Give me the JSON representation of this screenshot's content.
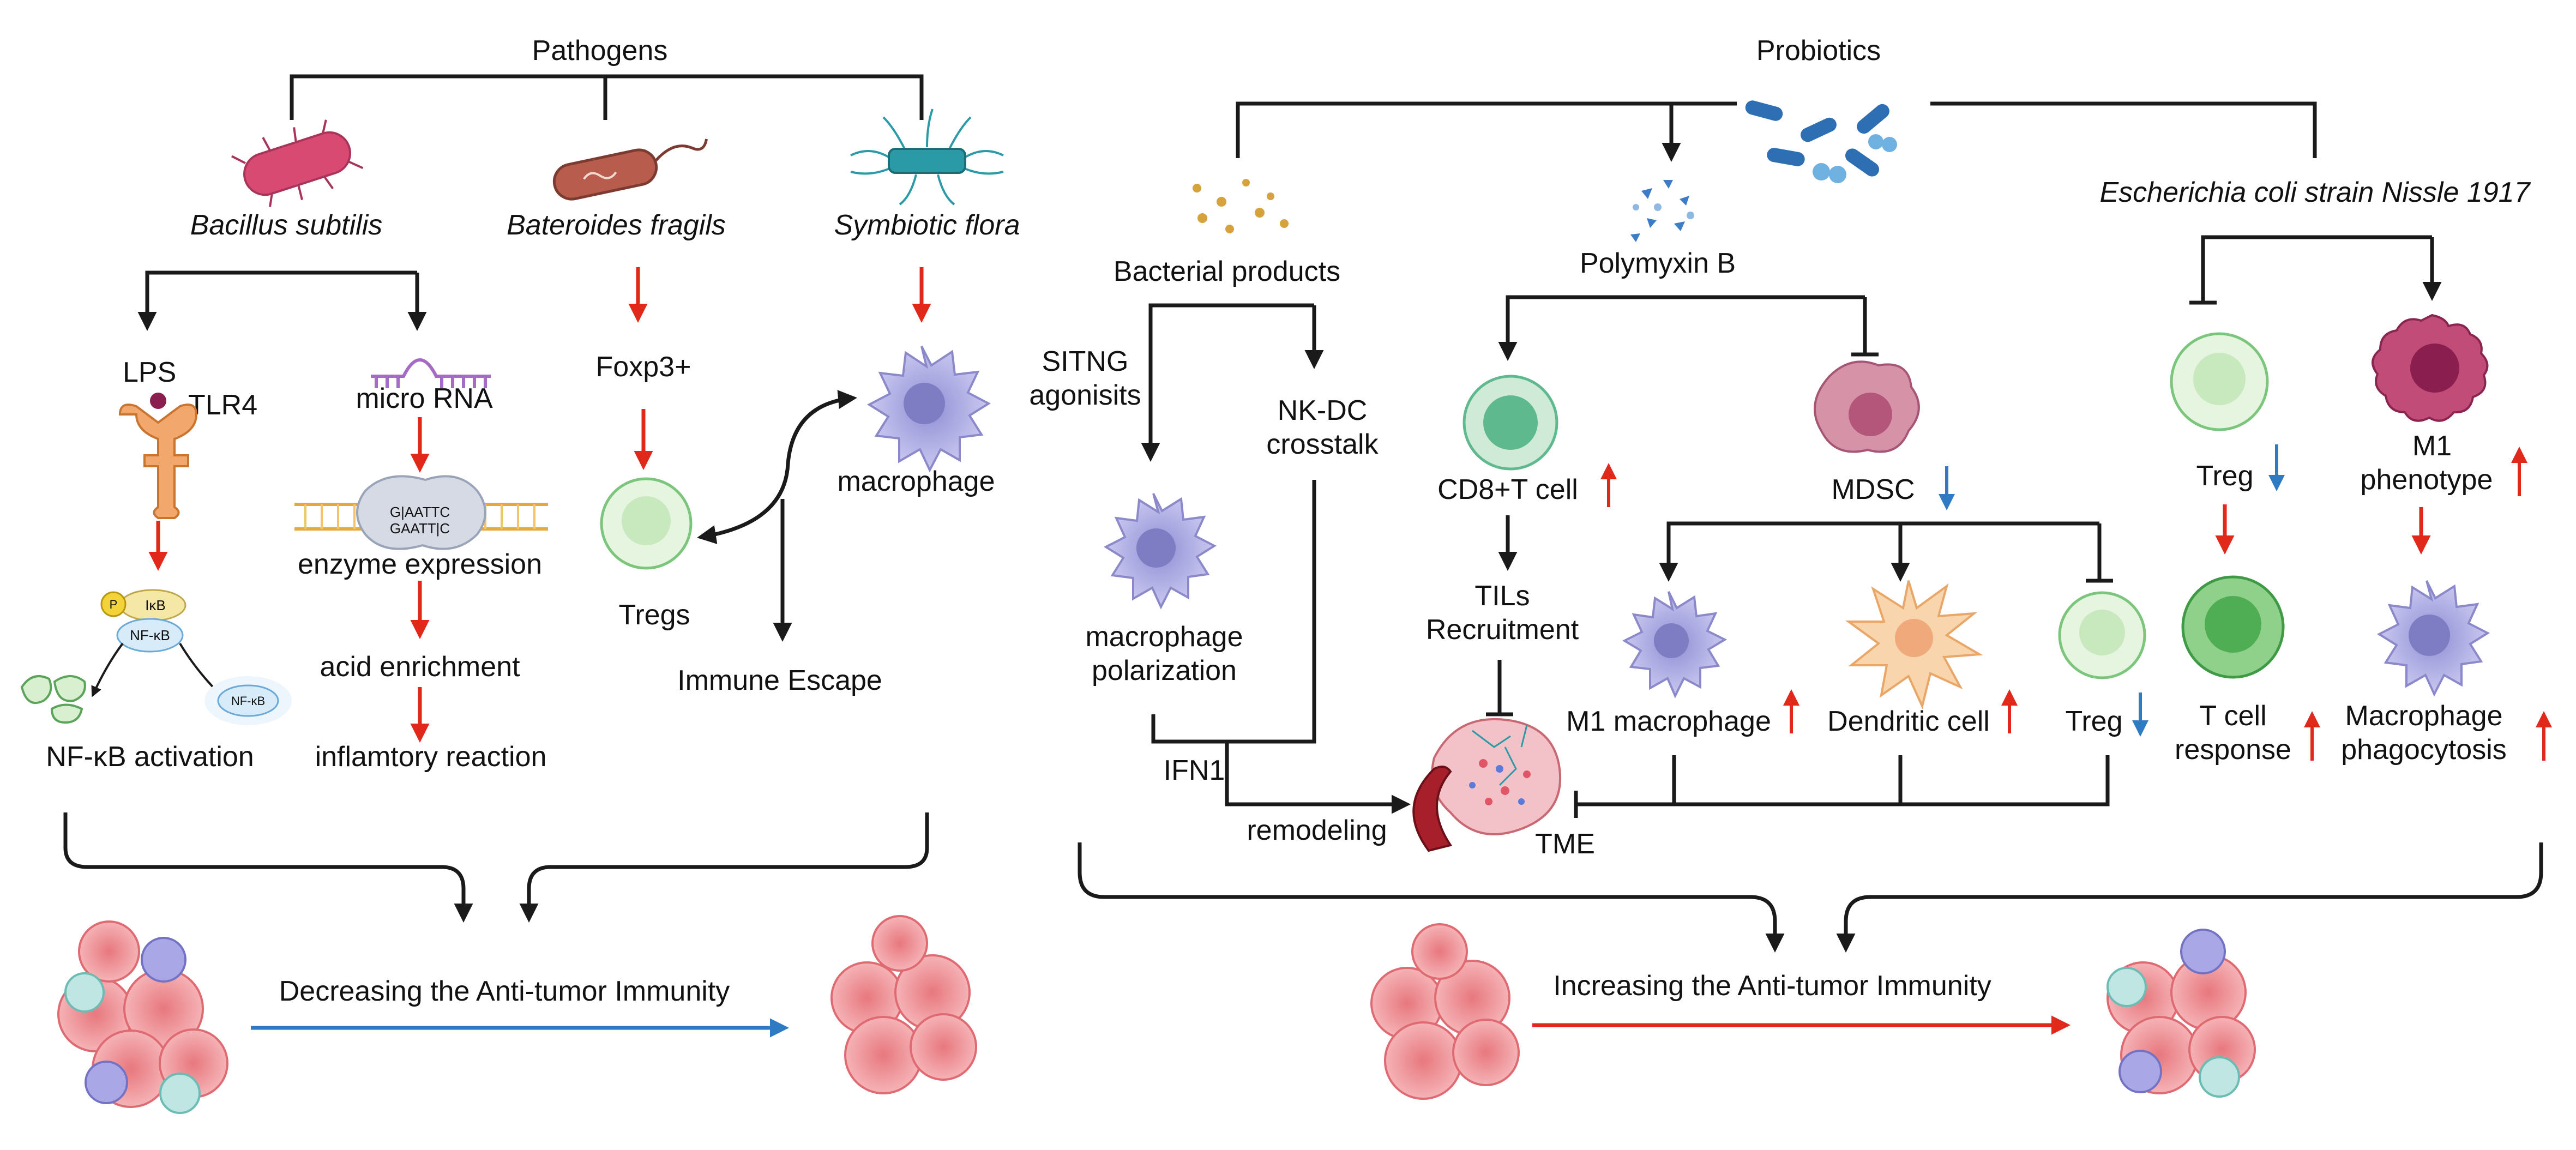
{
  "colors": {
    "black": "#1a1a1a",
    "red_arrow": "#e0281b",
    "blue_arrow": "#2e7bc4",
    "tumor": "#f2a0a4",
    "macrophage": "#b9b8e8",
    "treg": "#d8efcf",
    "cd8": "#5fb98e",
    "mdsc": "#c9728a",
    "dendritic": "#f6c99a",
    "m1": "#a7365d",
    "pathogen_pink": "#d94a73",
    "pathogen_brown": "#b85d4e",
    "pathogen_teal": "#2b9aa7",
    "probiotic_blue": "#2d6fb2"
  },
  "left": {
    "pathogens": "Pathogens",
    "bacillus": "Bacillus subtilis",
    "bacteroides": "Bateroides fragils",
    "symbiotic": "Symbiotic flora",
    "lps": "LPS",
    "tlr4": "TLR4",
    "micro_rna": "micro RNA",
    "foxp3": "Foxp3+",
    "macrophage": "macrophage",
    "enzyme_expression": "enzyme expression",
    "acid_enrichment": "acid enrichment",
    "inflammatory": "inflamtory reaction",
    "nfkb_activation": "NF-κB activation",
    "tregs": "Tregs",
    "immune_escape": "Immune Escape",
    "decreasing": "Decreasing the Anti-tumor Immunity",
    "ikb": "IκB",
    "nfkb": "NF-κB",
    "nfkb2": "NF-κB",
    "p": "P",
    "dna_top": "G|AATTC",
    "dna_bottom": "GAATT|C"
  },
  "right": {
    "probiotics": "Probiotics",
    "bacterial_products": "Bacterial products",
    "polymyxin": "Polymyxin B",
    "ecn": "Escherichia coli strain Nissle 1917",
    "sitng": "SITNG",
    "agonists": "agonisits",
    "nkdc1": "NK-DC",
    "nkdc2": "crosstalk",
    "macro_pol1": "macrophage",
    "macro_pol2": "polarization",
    "cd8": "CD8+T cell",
    "mdsc": "MDSC",
    "treg_ecn": "Treg",
    "m1_pheno1": "M1",
    "m1_pheno2": "phenotype",
    "tils1": "TILs",
    "tils2": "Recruitment",
    "m1_macrophage": "M1 macrophage",
    "dendritic": "Dendritic cell",
    "treg_mdsc": "Treg",
    "tcell1": "T cell",
    "tcell2": "response",
    "phago1": "Macrophage",
    "phago2": "phagocytosis",
    "ifn1": "IFN1",
    "remodeling": "remodeling",
    "tme": "TME",
    "increasing": "Increasing the Anti-tumor Immunity"
  }
}
